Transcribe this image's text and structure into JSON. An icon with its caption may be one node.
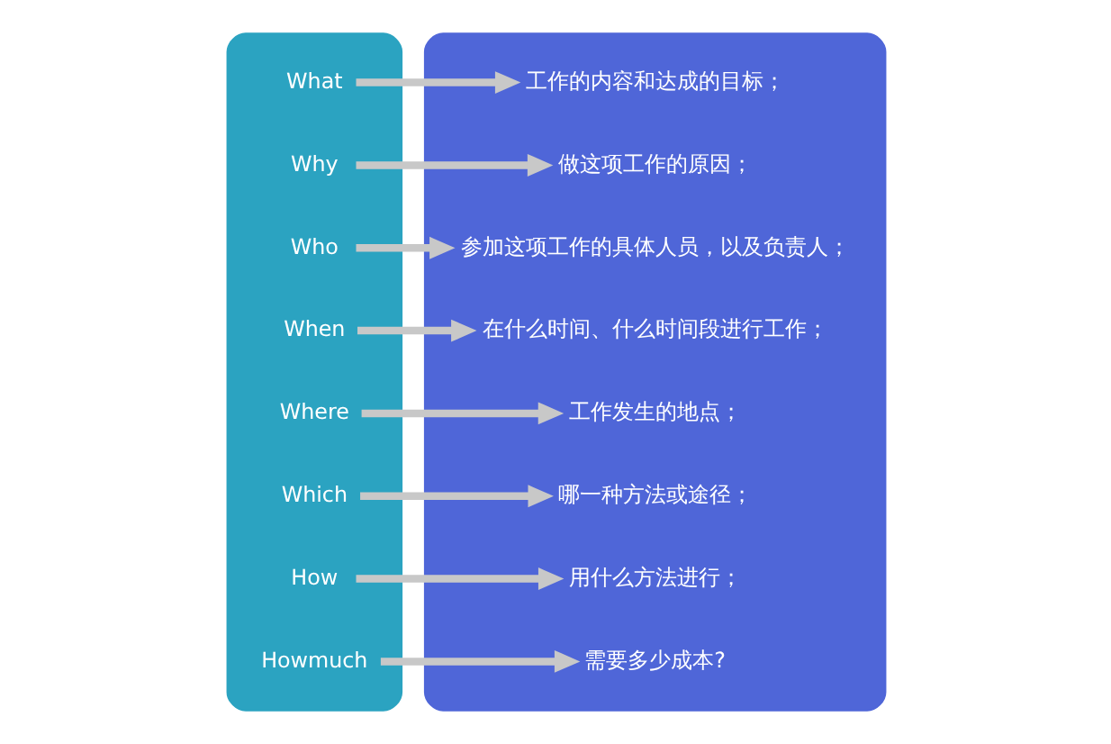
{
  "diagram": {
    "nodes": [
      {
        "text": [],
        "shape": "box"
      },
      {
        "text": [],
        "shape": "box"
      },
      {
        "text": [
          "What"
        ],
        "in": 0
      },
      {
        "text": [
          "Why"
        ],
        "in": 0
      },
      {
        "text": [
          "Who"
        ],
        "in": 0
      },
      {
        "text": [
          "When"
        ],
        "in": 0
      },
      {
        "text": [
          "Where"
        ],
        "in": 0
      },
      {
        "text": [
          "Which"
        ],
        "in": 0
      },
      {
        "text": [
          "How"
        ],
        "in": 0
      },
      {
        "text": [
          "Howmuch"
        ],
        "in": 0
      },
      {
        "text": [
          "工作的内容和达成的目标；"
        ],
        "in": 1
      },
      {
        "text": [
          "做这项工作的原因；"
        ],
        "in": 1
      },
      {
        "text": [
          "参加这项工作的具体人员，以及负责人；"
        ],
        "in": 1
      },
      {
        "text": [
          "在什么时间、什么时间段进行工作；"
        ],
        "in": 1
      },
      {
        "text": [
          "工作发生的地点；"
        ],
        "in": 1
      },
      {
        "text": [
          "哪一种方法或途径；"
        ],
        "in": 1
      },
      {
        "text": [
          "用什么方法进行；"
        ],
        "in": 1
      },
      {
        "text": [
          "需要多少成本?"
        ],
        "in": 1
      }
    ],
    "edges": [
      {
        "from": 2,
        "to": 10,
        "arrow": "to"
      },
      {
        "from": 3,
        "to": 11,
        "arrow": "to"
      },
      {
        "from": 4,
        "to": 12,
        "arrow": "to"
      },
      {
        "from": 5,
        "to": 13,
        "arrow": "to"
      },
      {
        "from": 6,
        "to": 14,
        "arrow": "to"
      },
      {
        "from": 7,
        "to": 15,
        "arrow": "to"
      },
      {
        "from": 8,
        "to": 16,
        "arrow": "to"
      },
      {
        "from": 9,
        "to": 17,
        "arrow": "to"
      }
    ]
  }
}
